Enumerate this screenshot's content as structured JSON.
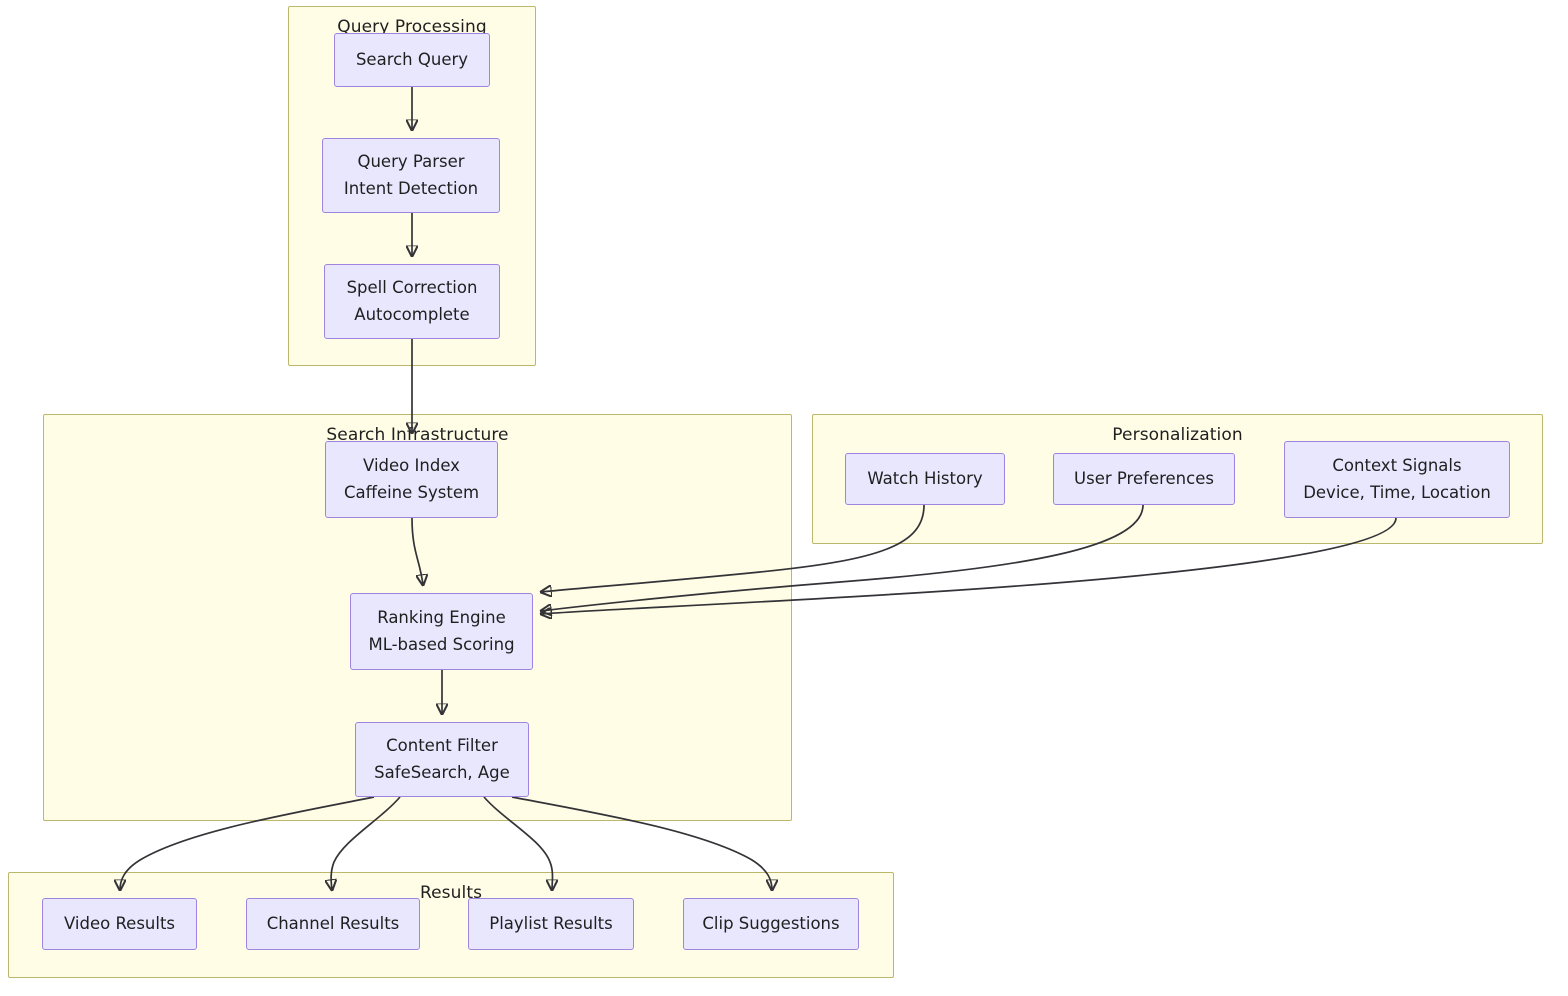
{
  "diagram": {
    "type": "flowchart",
    "orientation": "top-down",
    "title_visible": false,
    "colors": {
      "cluster_fill": "#fffde5",
      "cluster_stroke": "#bdb76b",
      "node_fill": "#e9e7fd",
      "node_stroke": "#9f84e0",
      "edge_stroke": "#333338",
      "text": "#1f1f20",
      "page_background": "#ffffff"
    }
  },
  "clusters": [
    {
      "id": "query_processing",
      "label": "Query Processing"
    },
    {
      "id": "search_infra",
      "label": "Search Infrastructure"
    },
    {
      "id": "personalization",
      "label": "Personalization"
    },
    {
      "id": "results",
      "label": "Results"
    }
  ],
  "nodes": [
    {
      "id": "search_query",
      "cluster": "query_processing",
      "line1": "Search Query",
      "line2": ""
    },
    {
      "id": "query_parser",
      "cluster": "query_processing",
      "line1": "Query Parser",
      "line2": "Intent Detection"
    },
    {
      "id": "spell_correct",
      "cluster": "query_processing",
      "line1": "Spell Correction",
      "line2": "Autocomplete"
    },
    {
      "id": "video_index",
      "cluster": "search_infra",
      "line1": "Video Index",
      "line2": "Caffeine System"
    },
    {
      "id": "ranking_engine",
      "cluster": "search_infra",
      "line1": "Ranking Engine",
      "line2": "ML-based Scoring"
    },
    {
      "id": "content_filter",
      "cluster": "search_infra",
      "line1": "Content Filter",
      "line2": "SafeSearch, Age"
    },
    {
      "id": "watch_history",
      "cluster": "personalization",
      "line1": "Watch History",
      "line2": ""
    },
    {
      "id": "user_prefs",
      "cluster": "personalization",
      "line1": "User Preferences",
      "line2": ""
    },
    {
      "id": "context_signals",
      "cluster": "personalization",
      "line1": "Context Signals",
      "line2": "Device, Time, Location"
    },
    {
      "id": "video_results",
      "cluster": "results",
      "line1": "Video Results",
      "line2": ""
    },
    {
      "id": "channel_results",
      "cluster": "results",
      "line1": "Channel Results",
      "line2": ""
    },
    {
      "id": "playlist_results",
      "cluster": "results",
      "line1": "Playlist Results",
      "line2": ""
    },
    {
      "id": "clip_suggestions",
      "cluster": "results",
      "line1": "Clip Suggestions",
      "line2": ""
    }
  ],
  "edges": [
    {
      "from": "search_query",
      "to": "query_parser",
      "label": ""
    },
    {
      "from": "query_parser",
      "to": "spell_correct",
      "label": ""
    },
    {
      "from": "spell_correct",
      "to": "video_index",
      "label": ""
    },
    {
      "from": "video_index",
      "to": "ranking_engine",
      "label": ""
    },
    {
      "from": "watch_history",
      "to": "ranking_engine",
      "label": ""
    },
    {
      "from": "user_prefs",
      "to": "ranking_engine",
      "label": ""
    },
    {
      "from": "context_signals",
      "to": "ranking_engine",
      "label": ""
    },
    {
      "from": "ranking_engine",
      "to": "content_filter",
      "label": ""
    },
    {
      "from": "content_filter",
      "to": "video_results",
      "label": ""
    },
    {
      "from": "content_filter",
      "to": "channel_results",
      "label": ""
    },
    {
      "from": "content_filter",
      "to": "playlist_results",
      "label": ""
    },
    {
      "from": "content_filter",
      "to": "clip_suggestions",
      "label": ""
    }
  ]
}
